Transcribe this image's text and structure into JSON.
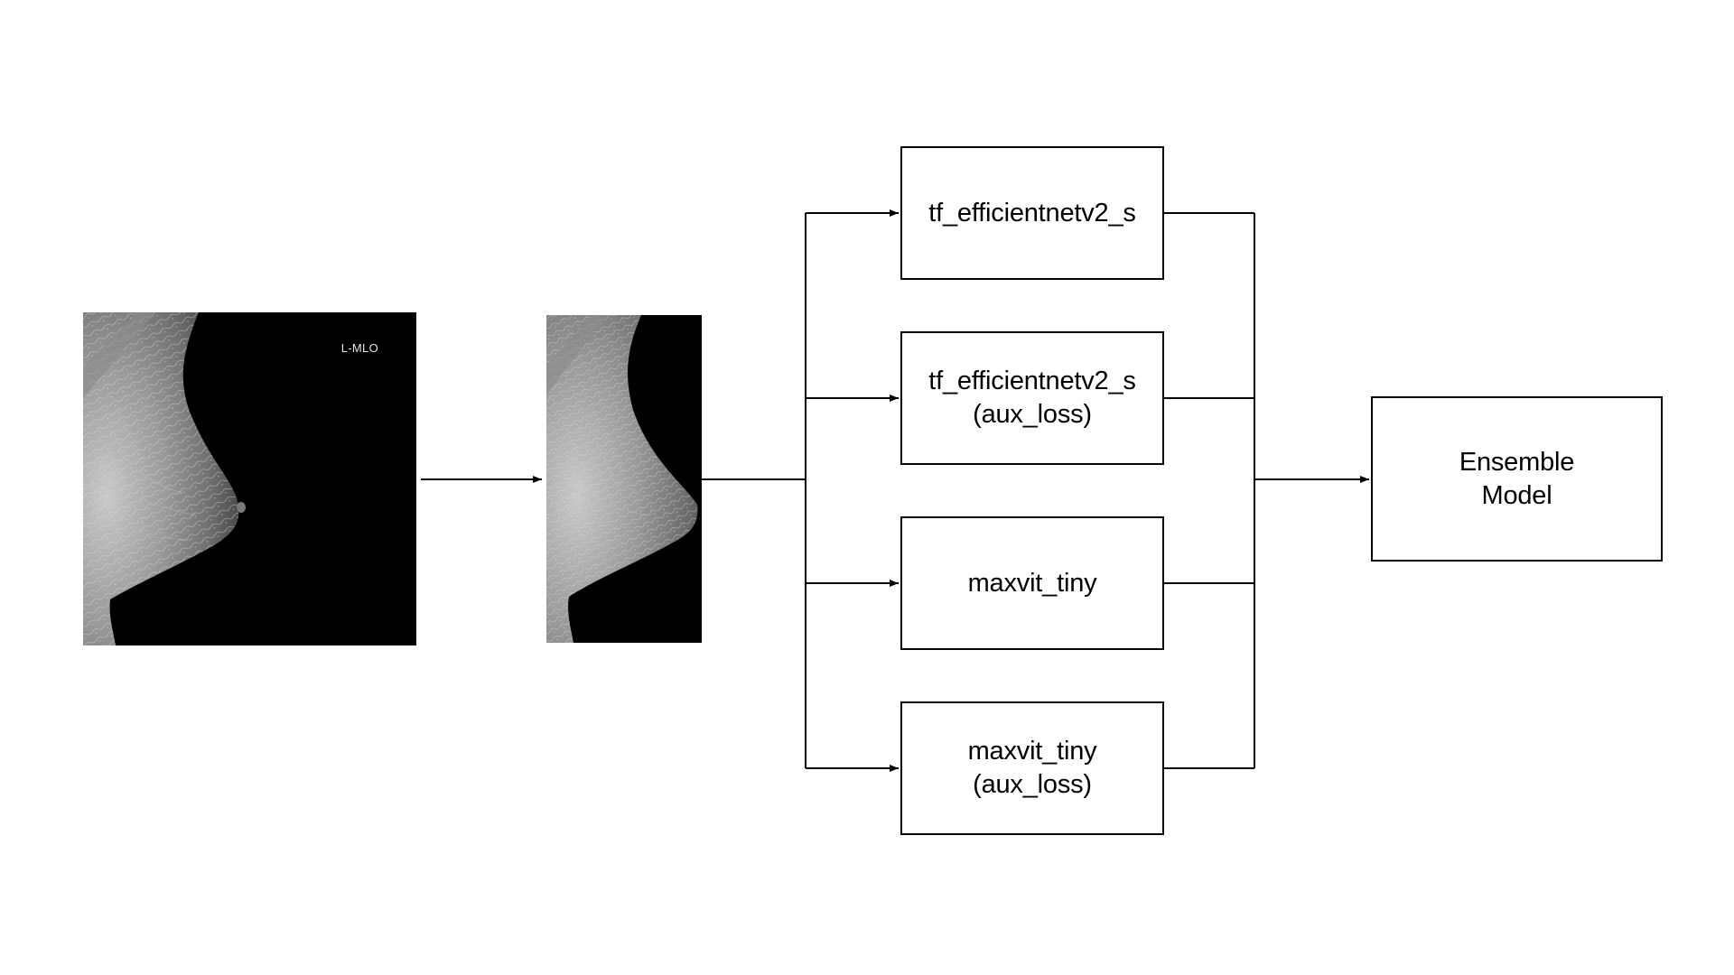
{
  "diagram": {
    "input_image": {
      "view_tag": "L-MLO",
      "icon": "mammogram-image"
    },
    "cropped_image": {
      "icon": "cropped-mammogram-image"
    },
    "models": [
      {
        "label": "tf_efficientnetv2_s"
      },
      {
        "label": "tf_efficientnetv2_s\n(aux_loss)"
      },
      {
        "label": "maxvit_tiny"
      },
      {
        "label": "maxvit_tiny\n(aux_loss)"
      }
    ],
    "ensemble": {
      "label": "Ensemble\nModel"
    },
    "colors": {
      "line": "#000000",
      "box_border": "#000000",
      "background": "#ffffff",
      "image_background": "#000000"
    }
  }
}
